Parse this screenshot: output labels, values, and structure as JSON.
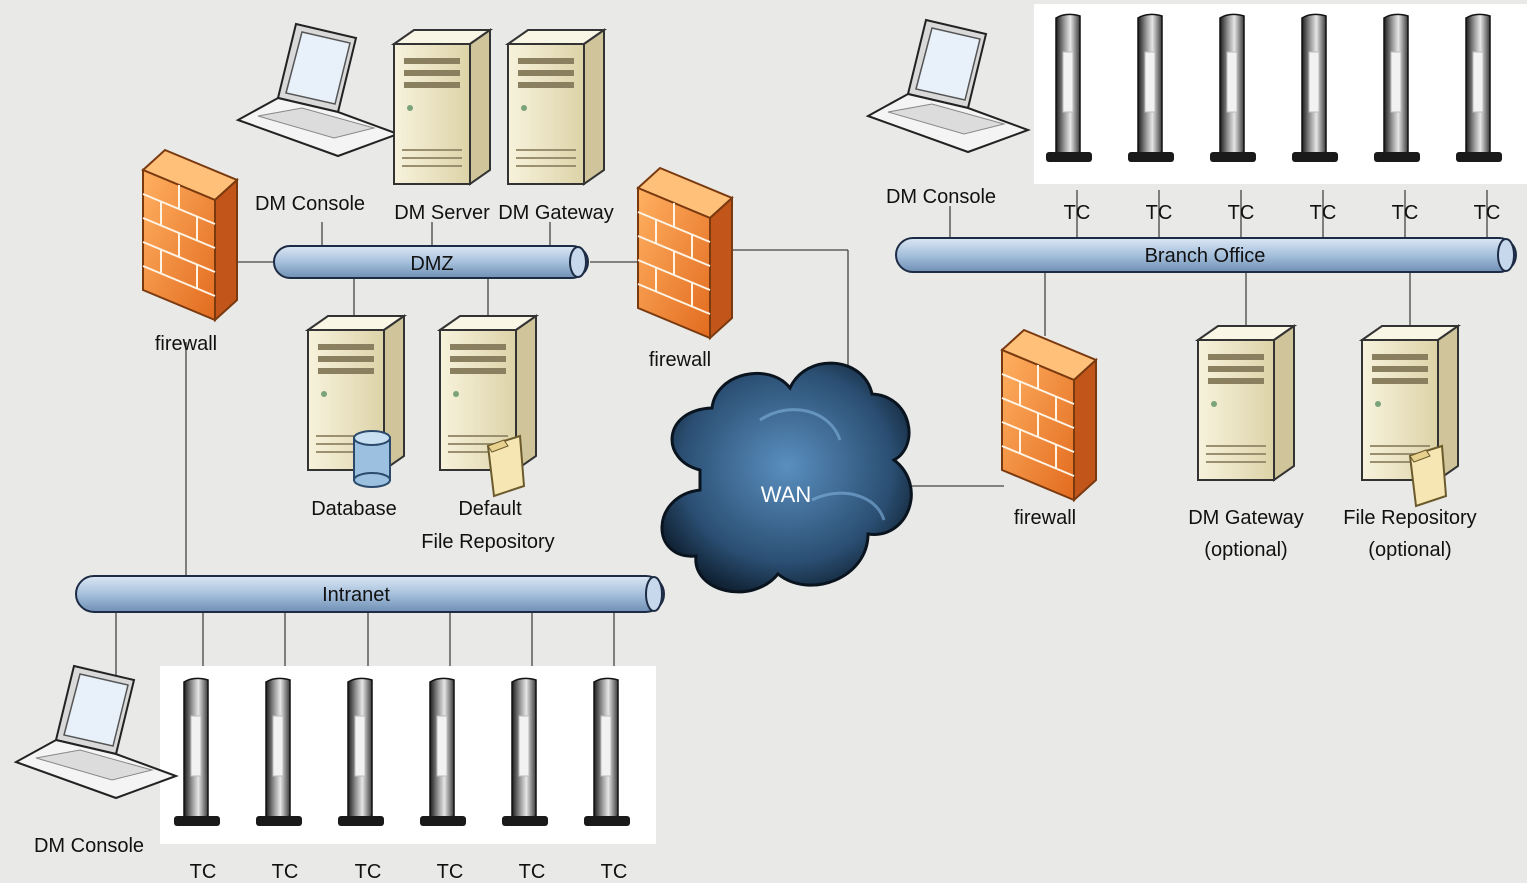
{
  "labels": {
    "dm_console_top": "DM Console",
    "dm_server": "DM Server",
    "dm_gateway_top": "DM Gateway",
    "firewall_left": "firewall",
    "firewall_mid": "firewall",
    "firewall_right": "firewall",
    "database": "Database",
    "default_repo_1": "Default",
    "default_repo_2": "File Repository",
    "wan": "WAN",
    "dm_console_branch": "DM Console",
    "dm_gateway_branch_1": "DM Gateway",
    "dm_gateway_branch_2": "(optional)",
    "file_repo_branch_1": "File Repository",
    "file_repo_branch_2": "(optional)",
    "dm_console_bottom": "DM Console"
  },
  "buses": {
    "dmz": "DMZ",
    "branch": "Branch Office",
    "intranet": "Intranet"
  },
  "branch_clients": [
    "TC",
    "TC",
    "TC",
    "TC",
    "TC",
    "TC"
  ],
  "intranet_clients": [
    "TC",
    "TC",
    "TC",
    "TC",
    "TC",
    "TC"
  ],
  "colors": {
    "bus": "#a9c3e0",
    "firewall": "#f08a3c",
    "server": "#efe8c9",
    "cloud": "#2d5a82"
  }
}
